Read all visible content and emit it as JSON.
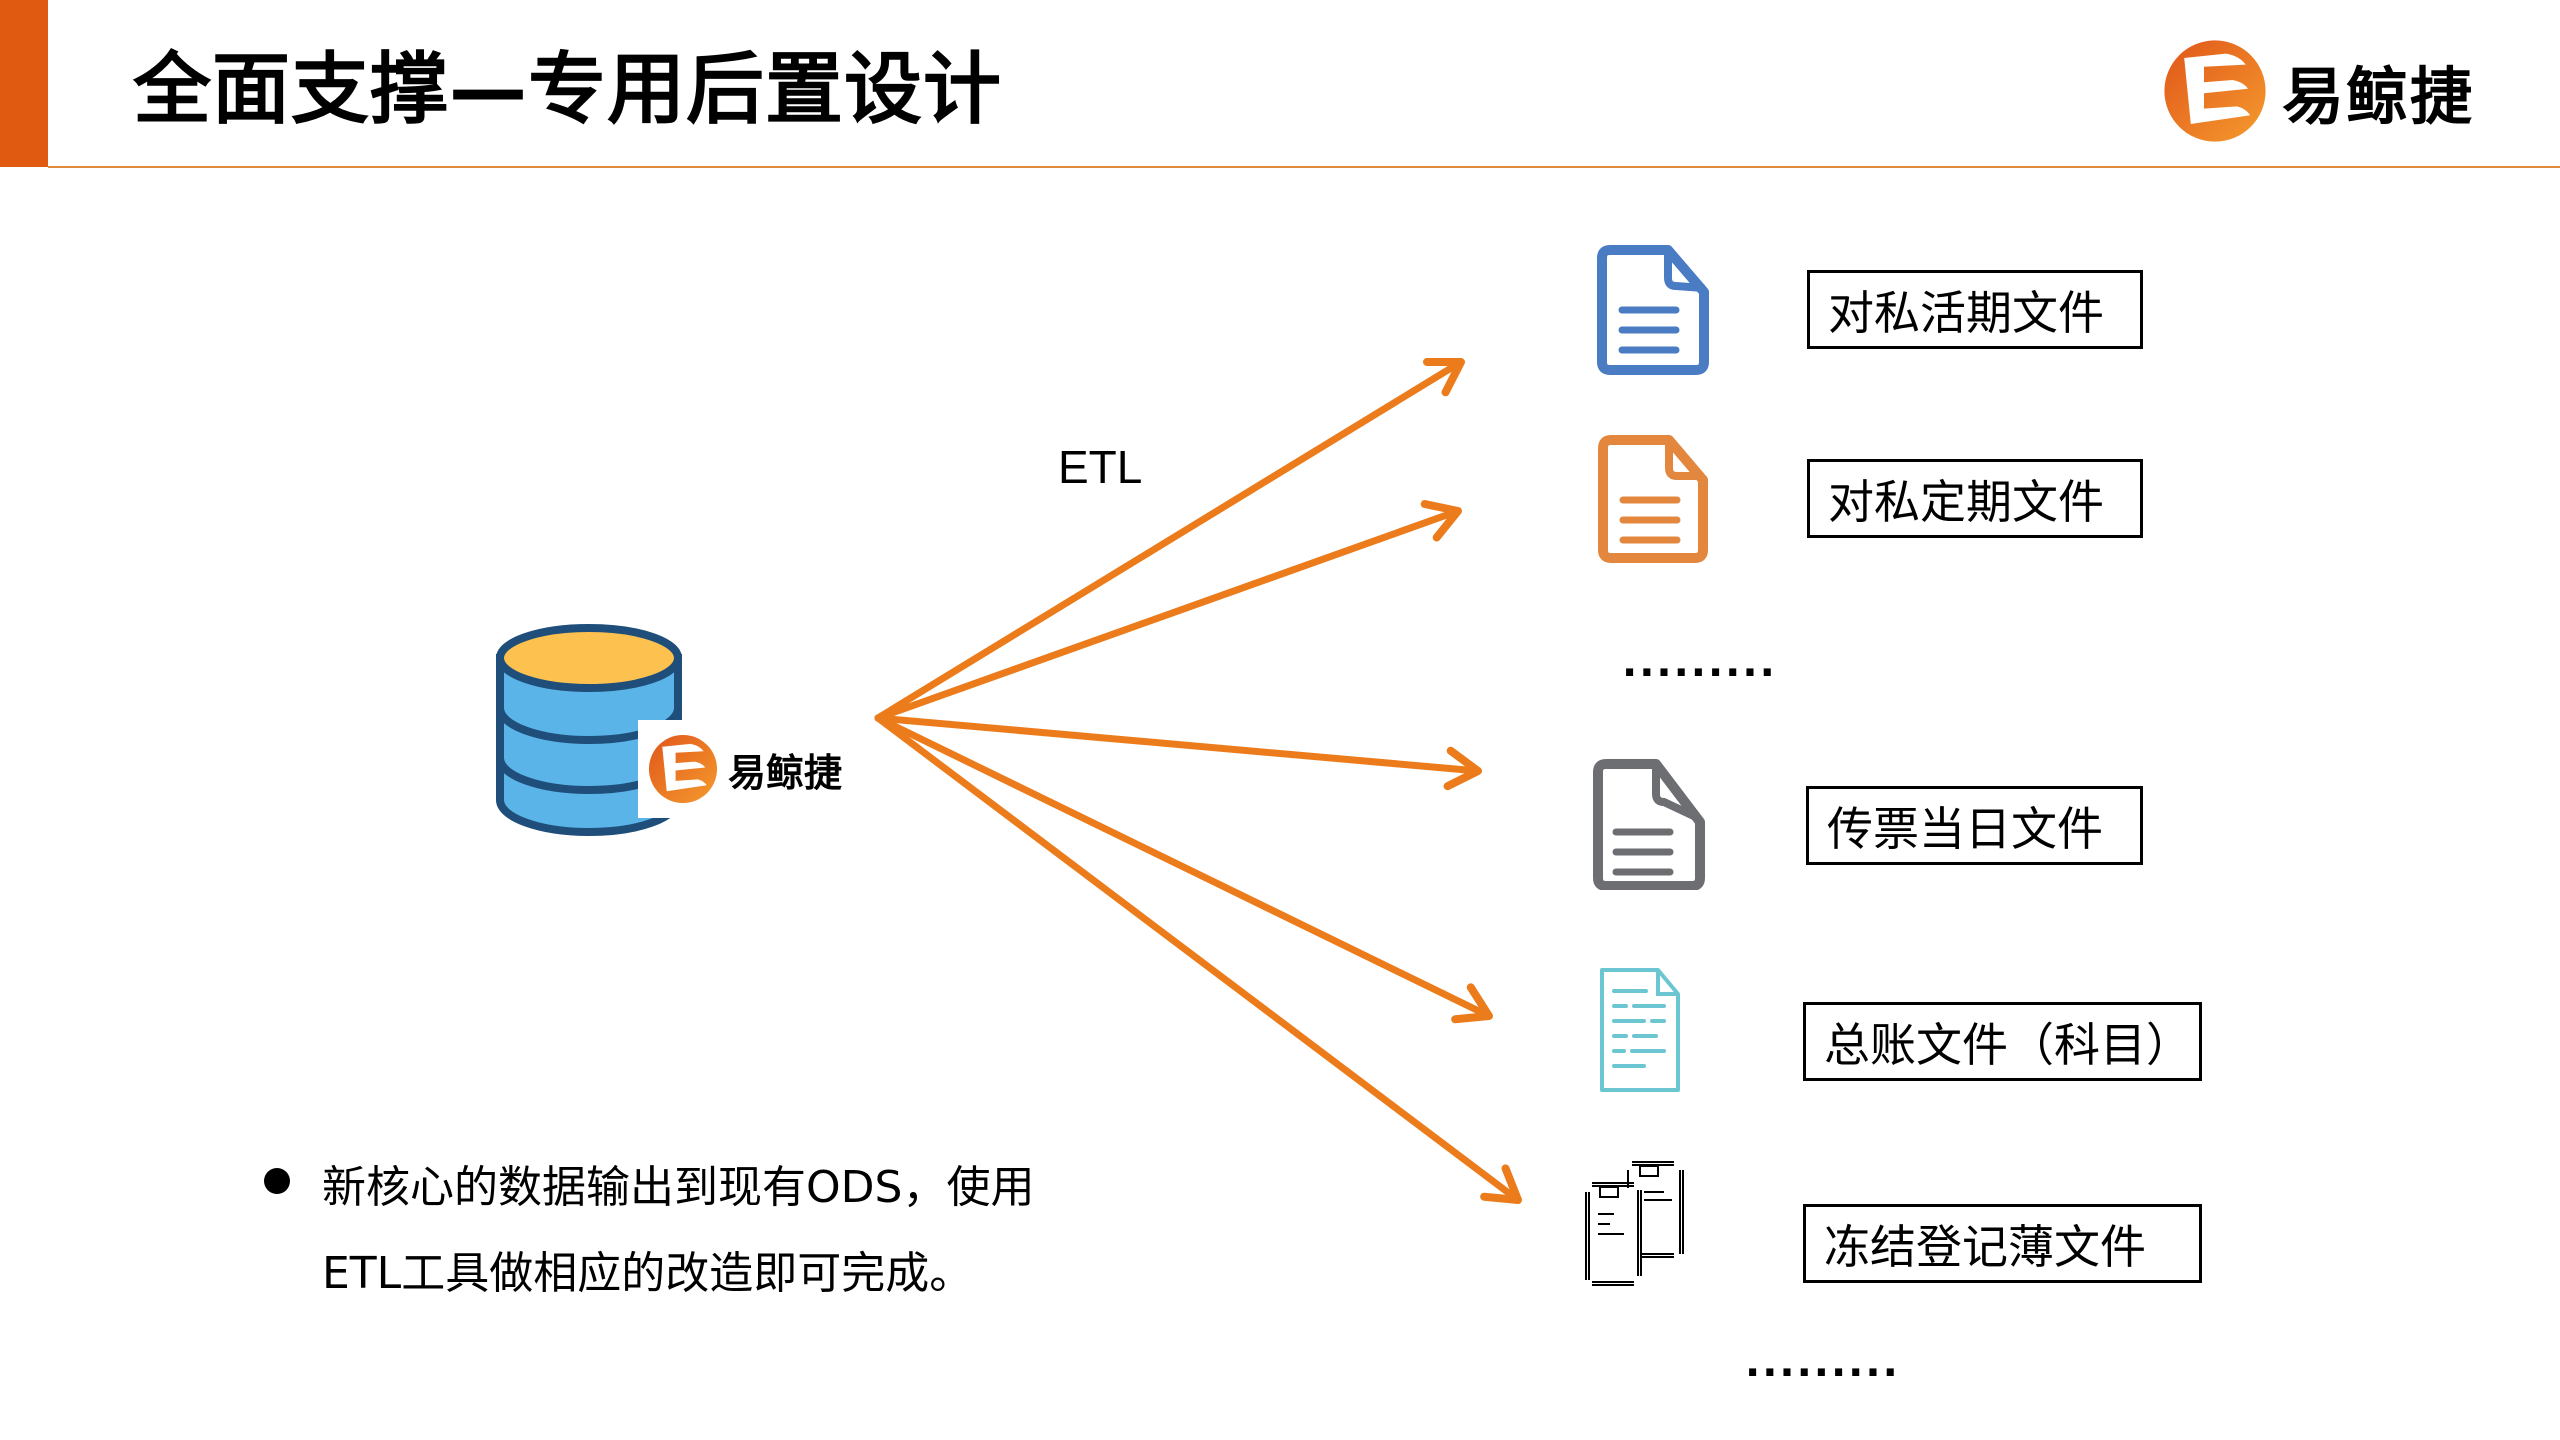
{
  "header": {
    "title": "全面支撑—专用后置设计",
    "brand_name": "易鲸捷",
    "accent_color": "#e05a12"
  },
  "diagram": {
    "source": {
      "icon": "database-icon",
      "brand_overlay": "易鲸捷"
    },
    "arrow_label": "ETL",
    "arrow_color": "#ec7c1b",
    "targets": [
      {
        "icon": "document-icon",
        "icon_color": "#4a7cc4",
        "label": "对私活期文件"
      },
      {
        "icon": "document-icon",
        "icon_color": "#e3873f",
        "label": "对私定期文件"
      },
      {
        "icon": "ellipsis",
        "label": "........."
      },
      {
        "icon": "document-icon",
        "icon_color": "#6d6e72",
        "label": "传票当日文件"
      },
      {
        "icon": "ledger-document-icon",
        "icon_color": "#6cc6d2",
        "label": "总账文件（科目）"
      },
      {
        "icon": "multi-document-icon",
        "icon_color": "#000000",
        "label": "冻结登记薄文件"
      }
    ],
    "trailing_ellipsis": "........."
  },
  "note": {
    "text": "新核心的数据输出到现有ODS，使用ETL工具做相应的改造即可完成。"
  }
}
